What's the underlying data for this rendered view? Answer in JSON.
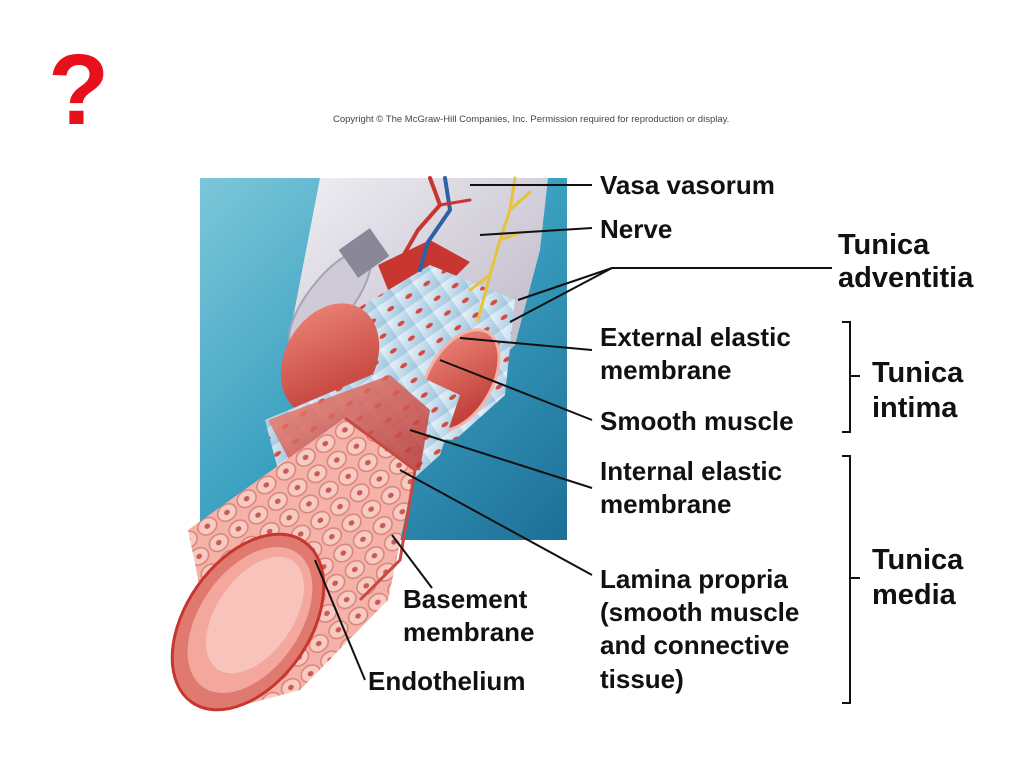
{
  "question_mark": "?",
  "copyright": "Copyright © The McGraw-Hill Companies, Inc. Permission required for reproduction or display.",
  "labels": {
    "vasa_vasorum": "Vasa vasorum",
    "nerve": "Nerve",
    "tunica_adventitia_1": "Tunica",
    "tunica_adventitia_2": "adventitia",
    "external_elastic_1": "External elastic",
    "external_elastic_2": "membrane",
    "smooth_muscle": "Smooth muscle",
    "tunica_intima_1": "Tunica",
    "tunica_intima_2": "intima",
    "internal_elastic_1": "Internal elastic",
    "internal_elastic_2": "membrane",
    "tunica_media_1": "Tunica",
    "tunica_media_2": "media",
    "lamina_propria_1": "Lamina propria",
    "lamina_propria_2": "(smooth muscle",
    "lamina_propria_3": "and connective",
    "lamina_propria_4": "tissue)",
    "basement_1": "Basement",
    "basement_2": "membrane",
    "endothelium": "Endothelium"
  },
  "colors": {
    "question": "#e8111b",
    "background_panel": "#3aa0c0",
    "vessel_red": "#d9473f",
    "endothelium_pink": "#f2a9a0",
    "adventitia": "#d9d6df",
    "elastic_blue": "#b9d8ea",
    "nerve_yellow": "#e8c23a"
  }
}
